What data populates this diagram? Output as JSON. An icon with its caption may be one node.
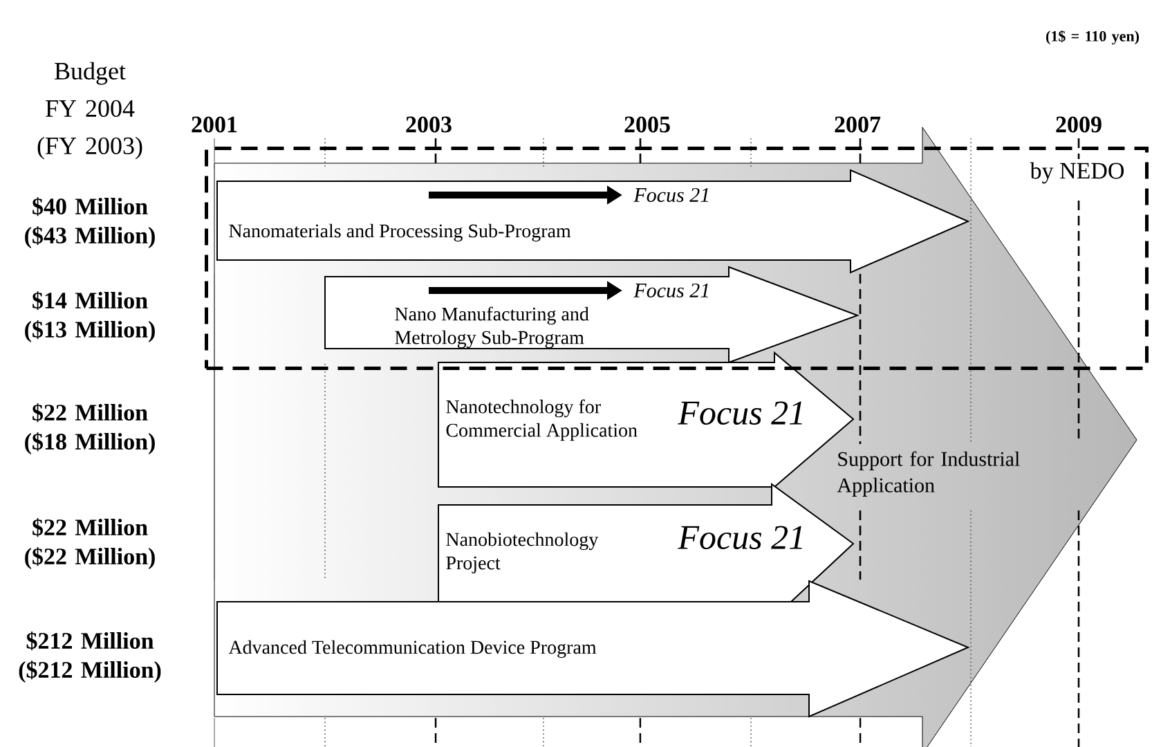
{
  "diagram": {
    "nodes": [
      {
        "text": [
          "Support for Industrial Application"
        ]
      },
      {
        "text": [
          "by NEDO"
        ],
        "in": 0
      },
      {
        "text": [
          "Focus 21",
          "Nanomaterials and Processing Sub-Program"
        ],
        "in": 1
      },
      {
        "text": [
          "Focus 21",
          "Nano Manufacturing and Metrology Sub-Program"
        ],
        "in": 1
      },
      {
        "text": [
          "Nanotechnology for Commercial Application",
          "Focus 21"
        ],
        "in": 0
      },
      {
        "text": [
          "Nanobiotechnology Project",
          "Focus 21"
        ],
        "in": 0
      },
      {
        "text": [
          "Advanced Telecommunication Device Program"
        ],
        "in": 0
      }
    ],
    "edges": [],
    "labels": [
      "(1$ = 110 yen)",
      "Budget FY 2004 (FY 2003)",
      "2001",
      "2003",
      "2005",
      "2007",
      "2009",
      "$40 Million ($43 Million)",
      "$14 Million ($13 Million)",
      "$22 Million ($18 Million)",
      "$22 Million ($22 Million)",
      "$212 Million ($212 Million)"
    ]
  }
}
